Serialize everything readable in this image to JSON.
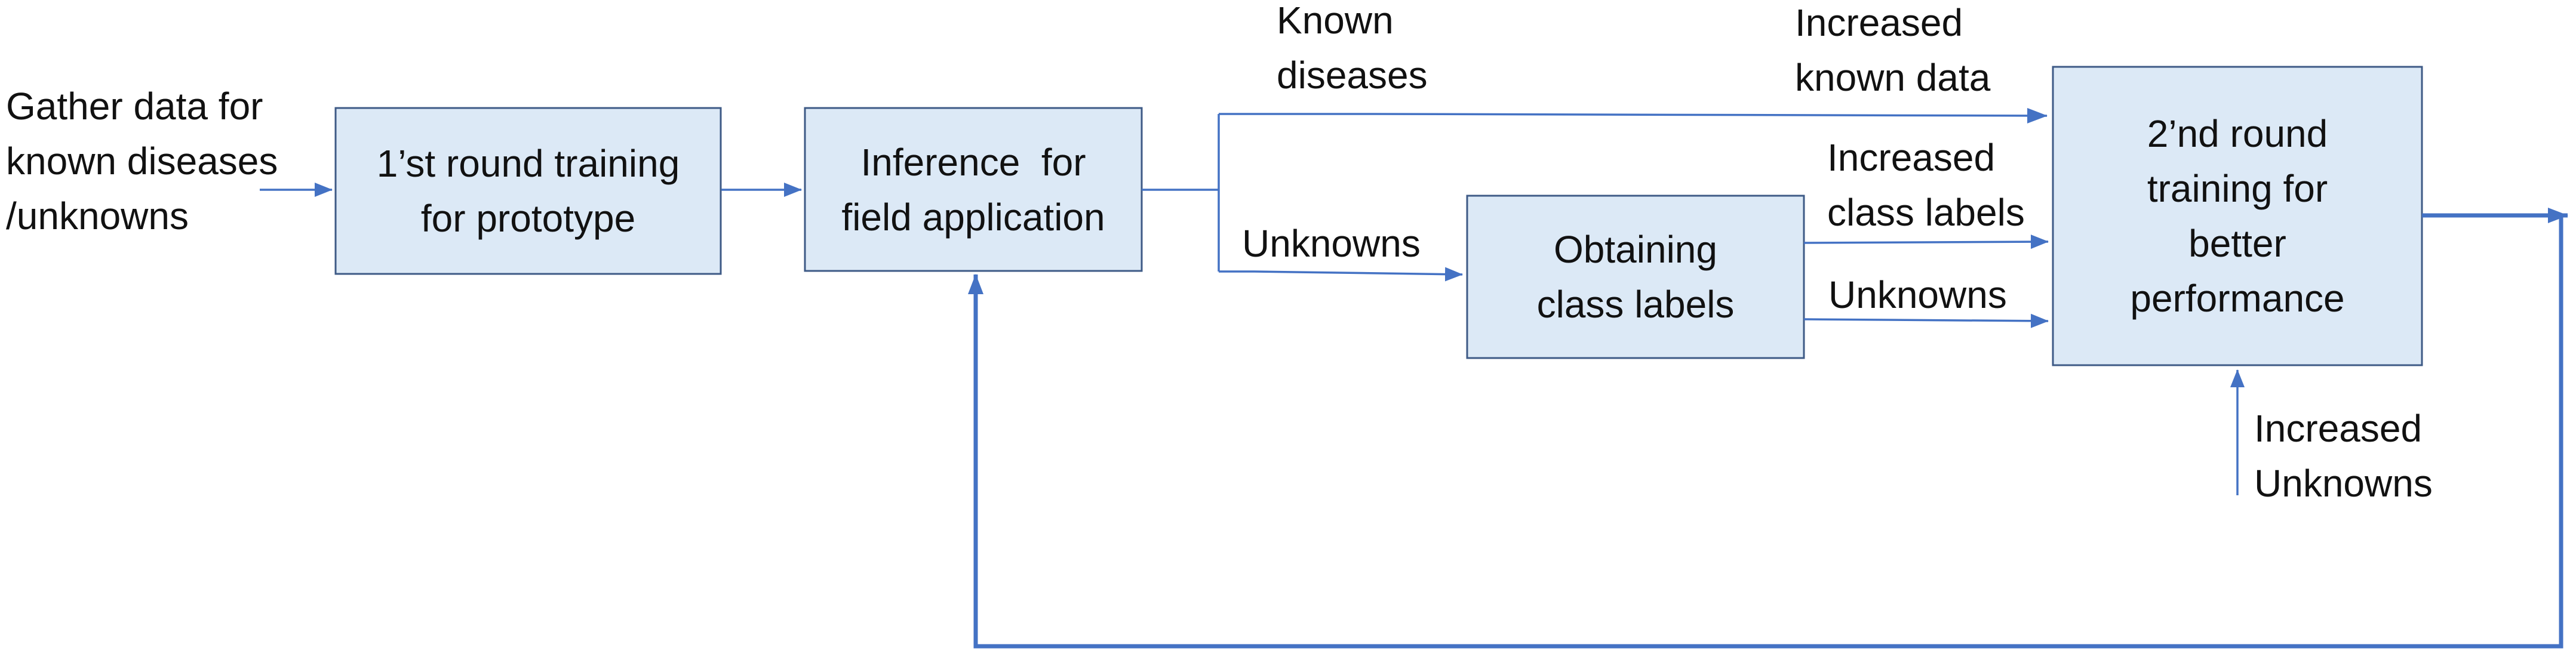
{
  "input": {
    "line1": "Gather data for",
    "line2": "known diseases",
    "line3": "/unknowns"
  },
  "boxes": {
    "first_round": {
      "line1": "1’st round training",
      "line2": "for prototype"
    },
    "inference": {
      "line1": "Inference  for",
      "line2": "field application"
    },
    "obtaining": {
      "line1": "Obtaining",
      "line2": "class labels"
    },
    "second_round": {
      "line1": "2’nd round",
      "line2": "training for",
      "line3": "better",
      "line4": "performance"
    }
  },
  "edge_labels": {
    "known_diseases": {
      "line1": "Known",
      "line2": "diseases"
    },
    "unknowns_branch": "Unknowns",
    "increased_known_data": {
      "line1": "Increased",
      "line2": "known data"
    },
    "increased_class_labels": {
      "line1": "Increased",
      "line2": "class labels"
    },
    "unknowns_out": "Unknowns",
    "increased_unknowns": {
      "line1": "Increased",
      "line2": "Unknowns"
    }
  },
  "colors": {
    "arrow": "#4472c4",
    "box_fill": "#dce9f6",
    "box_border": "#3e5a86"
  }
}
